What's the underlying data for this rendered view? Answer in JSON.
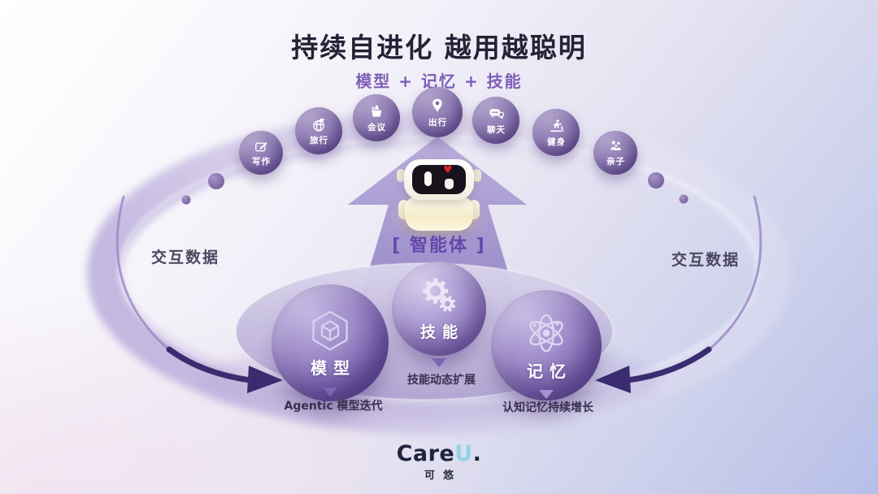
{
  "title": "持续自进化 越用越聪明",
  "subtitle": "模型 + 记忆 + 技能",
  "app_badges": [
    {
      "label": "写作",
      "icon": "pencil-icon"
    },
    {
      "label": "旅行",
      "icon": "globe-plane-icon"
    },
    {
      "label": "会议",
      "icon": "podium-meeting-icon"
    },
    {
      "label": "出行",
      "icon": "location-pin-icon"
    },
    {
      "label": "聊天",
      "icon": "chat-bubbles-icon"
    },
    {
      "label": "健身",
      "icon": "treadmill-runner-icon"
    },
    {
      "label": "亲子",
      "icon": "family-icon"
    }
  ],
  "agent": {
    "label": "[ 智能体 ]",
    "mascot": "careu-robot-mascot"
  },
  "loop": {
    "left_label": "交互数据",
    "right_label": "交互数据"
  },
  "pillars": [
    {
      "label": "模型",
      "icon": "cube-hexagon-icon",
      "caption": "Agentic 模型迭代"
    },
    {
      "label": "技能",
      "icon": "gears-icon",
      "caption": "技能动态扩展"
    },
    {
      "label": "记忆",
      "icon": "atom-icon",
      "caption": "认知记忆持续增长"
    }
  ],
  "logo": {
    "brand_prefix": "Care",
    "brand_accent": "U",
    "brand_period": ".",
    "subtext": "可悠"
  },
  "colors": {
    "accent_purple": "#7e5fb6",
    "deep_purple_arrow": "#3b2b6f",
    "sphere_purple": "#6b539d",
    "brand_cyan": "#8ed4e6",
    "background_periwinkle": "#b7bfe8",
    "heart_red": "#d6242d"
  }
}
